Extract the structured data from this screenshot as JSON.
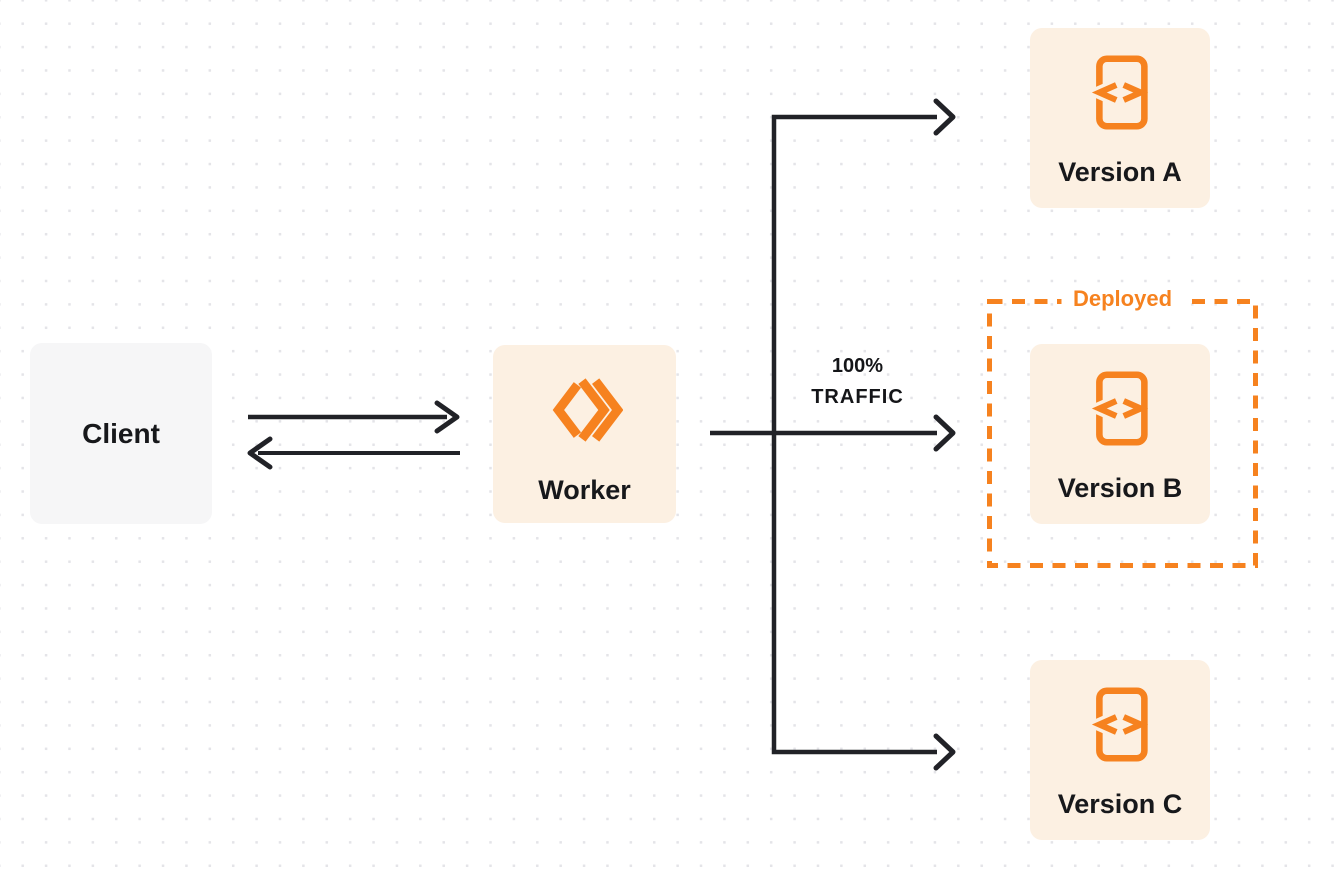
{
  "colors": {
    "accent_orange": "#F6821F",
    "node_cream": "#FCF0E2",
    "client_gray": "#F6F6F7",
    "arrow_dark": "#212227",
    "text_dark": "#17181B",
    "dot_gray": "#E4E4E8"
  },
  "nodes": {
    "client": {
      "label": "Client"
    },
    "worker": {
      "label": "Worker",
      "icon": "cloudflare-workers-icon"
    },
    "versions": [
      {
        "id": "version-a",
        "label": "Version A",
        "icon": "code-document-icon"
      },
      {
        "id": "version-b",
        "label": "Version B",
        "icon": "code-document-icon",
        "deployed": true
      },
      {
        "id": "version-c",
        "label": "Version C",
        "icon": "code-document-icon"
      }
    ]
  },
  "labels": {
    "deployed": "Deployed",
    "traffic": {
      "line1": "100%",
      "line2": "TRAFFIC"
    }
  }
}
